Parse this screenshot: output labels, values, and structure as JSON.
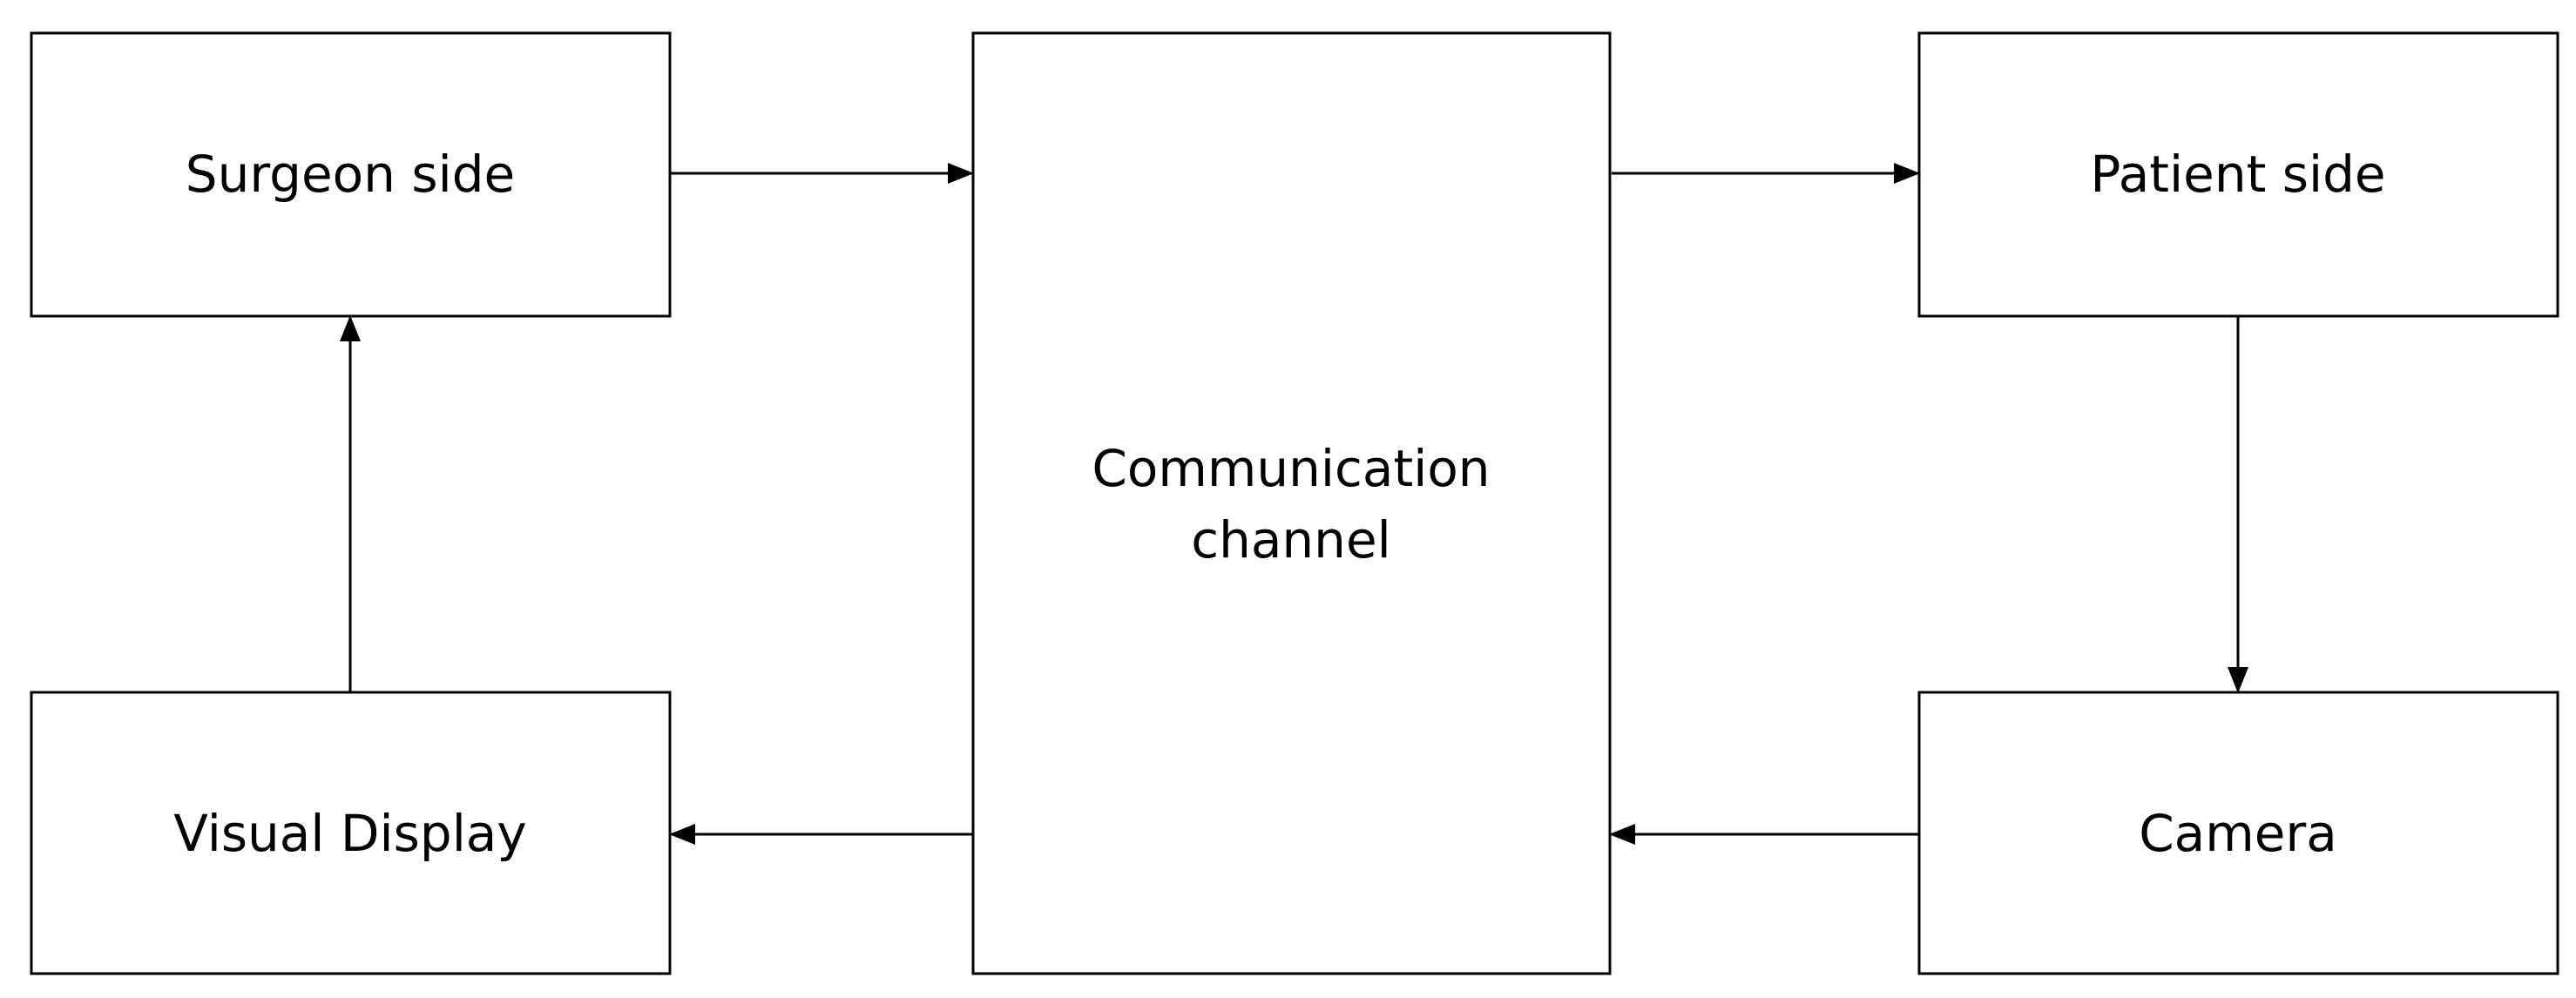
{
  "diagram": {
    "nodes": {
      "surgeon_side": {
        "label": "Surgeon side"
      },
      "communication_channel": {
        "line1": "Communication",
        "line2": "channel"
      },
      "patient_side": {
        "label": "Patient side"
      },
      "visual_display": {
        "label": "Visual Display"
      },
      "camera": {
        "label": "Camera"
      }
    },
    "edges": [
      {
        "from": "surgeon_side",
        "to": "communication_channel"
      },
      {
        "from": "communication_channel",
        "to": "patient_side"
      },
      {
        "from": "patient_side",
        "to": "camera"
      },
      {
        "from": "camera",
        "to": "communication_channel"
      },
      {
        "from": "communication_channel",
        "to": "visual_display"
      },
      {
        "from": "visual_display",
        "to": "surgeon_side"
      }
    ]
  }
}
